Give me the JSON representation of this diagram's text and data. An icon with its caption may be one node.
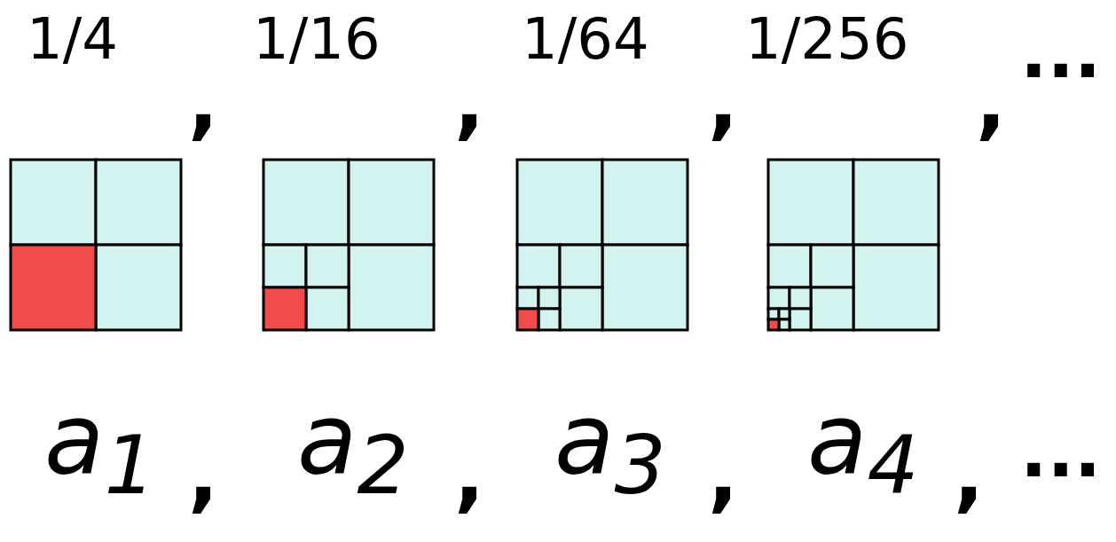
{
  "diagram": {
    "labels": [
      "1/4",
      ",",
      "1/16",
      ",",
      "1/64",
      ",",
      "1/256",
      ",",
      "...",
      "a$_{1}$",
      ",",
      "a$_{2}$",
      ",",
      "a$_{3}$",
      ",",
      "a$_{4}$",
      ",",
      "..."
    ]
  }
}
